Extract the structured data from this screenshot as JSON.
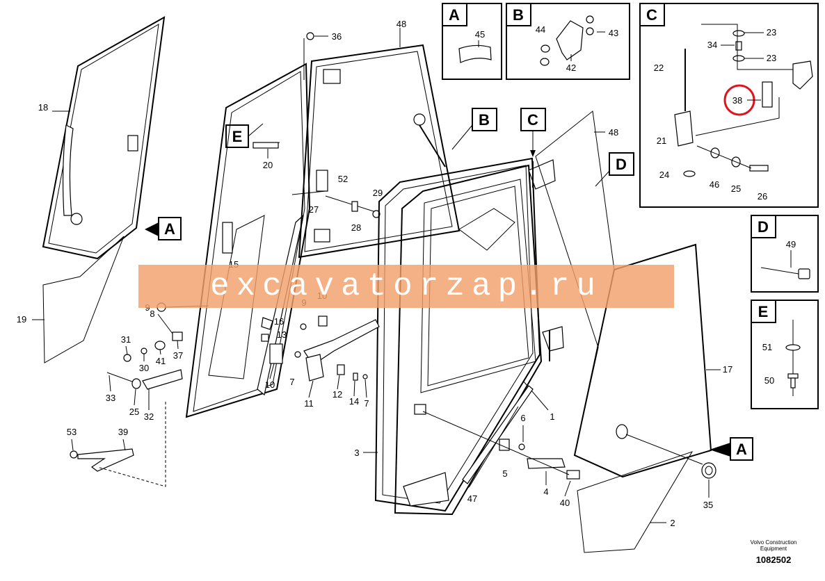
{
  "inset_titles": {
    "A": "A",
    "B": "B",
    "C": "C",
    "D": "D",
    "E": "E"
  },
  "callouts": {
    "c1": "1",
    "c2": "2",
    "c3": "3",
    "c4": "4",
    "c5": "5",
    "c6": "6",
    "c7a": "7",
    "c7b": "7",
    "c8": "8",
    "c9a": "9",
    "c9b": "9",
    "c10a": "10",
    "c10b": "10",
    "c11": "11",
    "c12": "12",
    "c13": "13",
    "c14": "14",
    "c15": "15",
    "c16": "16",
    "c17": "17",
    "c18": "18",
    "c19": "19",
    "c20": "20",
    "c21": "21",
    "c22": "22",
    "c23a": "23",
    "c23b": "23",
    "c24": "24",
    "c25a": "25",
    "c25b": "25",
    "c26": "26",
    "c27": "27",
    "c28": "28",
    "c29": "29",
    "c30": "30",
    "c31": "31",
    "c32": "32",
    "c33": "33",
    "c34": "34",
    "c35": "35",
    "c36": "36",
    "c37": "37",
    "c38": "38",
    "c39": "39",
    "c40": "40",
    "c41": "41",
    "c42": "42",
    "c43": "43",
    "c44": "44",
    "c45": "45",
    "c46": "46",
    "c47": "47",
    "c48a": "48",
    "c48b": "48",
    "c49": "49",
    "c50": "50",
    "c51": "51",
    "c52": "52",
    "c53": "53"
  },
  "view_refs": {
    "A_left": "A",
    "A_right": "A",
    "B": "B",
    "C": "C",
    "D": "D",
    "E": "E"
  },
  "watermark": "excavatorzap.ru",
  "footer": {
    "brand_line1": "Volvo Construction",
    "brand_line2": "Equipment",
    "code": "1082502"
  },
  "colors": {
    "watermark_band": "#f2a06a",
    "highlight_circle": "#e0141e"
  }
}
